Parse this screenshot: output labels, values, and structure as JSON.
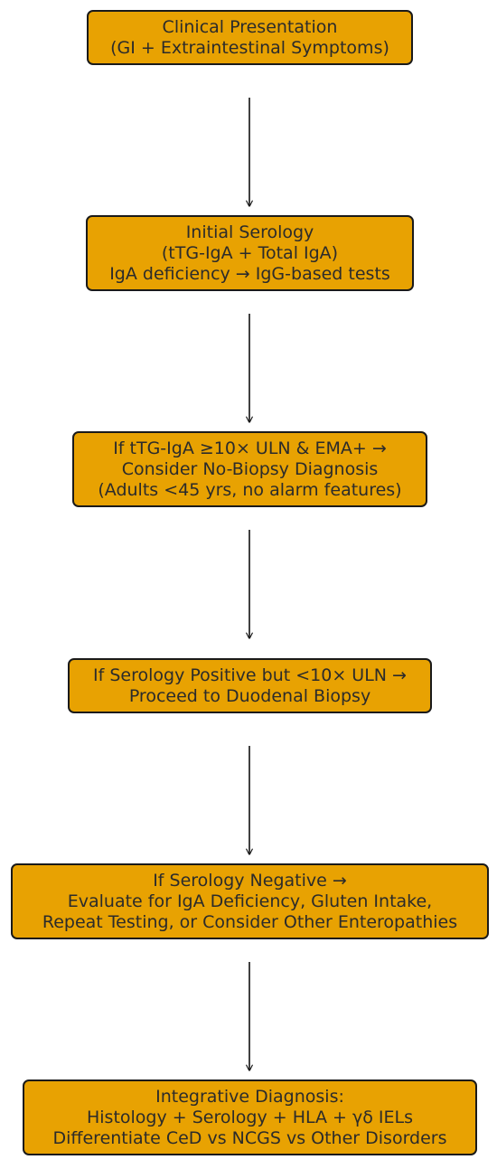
{
  "colors": {
    "node_fill": "#E8A202",
    "node_border": "#1a1a1a",
    "text": "#2b2b2b",
    "arrow": "#111111"
  },
  "nodes": [
    {
      "id": "clinical-presentation",
      "lines": [
        "Clinical Presentation",
        "(GI + Extraintestinal Symptoms)"
      ]
    },
    {
      "id": "initial-serology",
      "lines": [
        "Initial Serology",
        "(tTG-IgA + Total IgA)",
        "IgA deficiency → IgG-based tests"
      ]
    },
    {
      "id": "no-biopsy-diagnosis",
      "lines": [
        "If tTG-IgA ≥10× ULN & EMA+ →",
        "Consider No-Biopsy Diagnosis",
        "(Adults <45 yrs, no alarm features)"
      ]
    },
    {
      "id": "duodenal-biopsy",
      "lines": [
        "If Serology Positive but <10× ULN →",
        "Proceed to Duodenal Biopsy"
      ]
    },
    {
      "id": "serology-negative",
      "lines": [
        "If Serology Negative →",
        "Evaluate for IgA Deficiency, Gluten Intake,",
        "Repeat Testing, or Consider Other Enteropathies"
      ]
    },
    {
      "id": "integrative-diagnosis",
      "lines": [
        "Integrative Diagnosis:",
        "Histology + Serology + HLA + γδ IELs",
        "Differentiate CeD vs NCGS vs Other Disorders"
      ]
    }
  ],
  "edges": [
    {
      "from": "clinical-presentation",
      "to": "initial-serology"
    },
    {
      "from": "initial-serology",
      "to": "no-biopsy-diagnosis"
    },
    {
      "from": "no-biopsy-diagnosis",
      "to": "duodenal-biopsy"
    },
    {
      "from": "duodenal-biopsy",
      "to": "serology-negative"
    },
    {
      "from": "serology-negative",
      "to": "integrative-diagnosis"
    }
  ]
}
